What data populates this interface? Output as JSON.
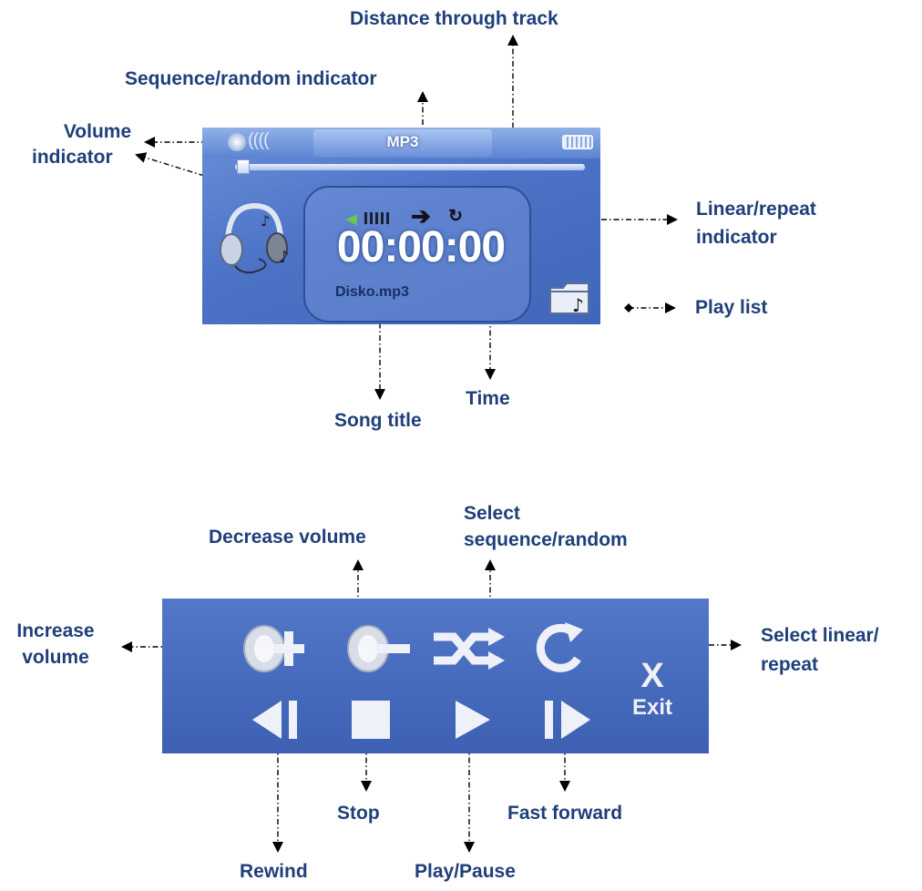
{
  "screen": {
    "title": "MP3",
    "time": "00:00:00",
    "song": "Disko.mp3"
  },
  "controls": {
    "exit_symbol": "X",
    "exit_label": "Exit"
  },
  "labels": {
    "distance_through_track": "Distance through track",
    "sequence_random_indicator": "Sequence/random indicator",
    "volume_indicator": [
      "Volume",
      "indicator"
    ],
    "linear_repeat_indicator": [
      "Linear/repeat",
      "indicator"
    ],
    "play_list": "Play list",
    "time": "Time",
    "song_title": "Song title",
    "decrease_volume": "Decrease volume",
    "select_sequence_random": [
      "Select",
      "sequence/random"
    ],
    "increase_volume": [
      "Increase",
      "volume"
    ],
    "select_linear_repeat": [
      "Select linear/",
      "repeat"
    ],
    "stop": "Stop",
    "fast_forward": "Fast forward",
    "rewind": "Rewind",
    "play_pause": "Play/Pause"
  },
  "colors": {
    "label_text": "#1f3f7a",
    "screen_bg": "#4c73c6",
    "controls_bg": "#4569bb",
    "leader": "#000000"
  },
  "icons": {
    "status_speaker": "speaker-icon",
    "battery": "battery-icon",
    "headphones": "headphones-icon",
    "playlist_folder": "folder-icon",
    "sequence": "arrow-right-icon",
    "repeat": "repeat-icon",
    "volume_up": "volume-up-icon",
    "volume_down": "volume-down-icon",
    "shuffle": "shuffle-icon",
    "repeat_ctl": "repeat-ctl-icon",
    "rewind": "rewind-icon",
    "stop": "stop-icon",
    "play": "play-icon",
    "fast_forward": "fast-forward-icon"
  }
}
